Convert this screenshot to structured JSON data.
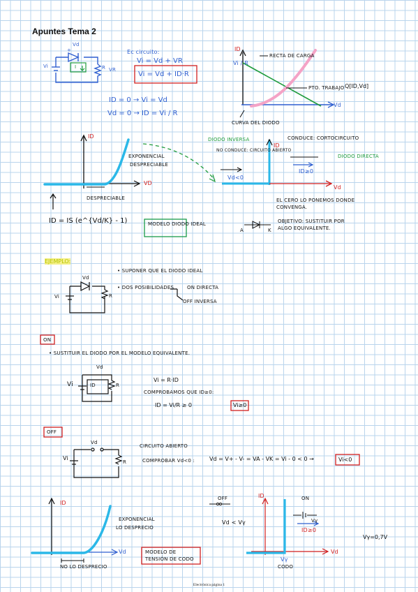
{
  "title": "Apuntes Tema 2",
  "circuit": {
    "vd": "Vd",
    "vi": "Vi",
    "i": "I",
    "r": "R",
    "vr": "VR",
    "plus": "+",
    "minus": "-"
  },
  "ecuaciones": {
    "head": "Ec circuito:",
    "l1": "Vi = Vd + VR",
    "l2": "Vi = Vd + ID·R",
    "l3": "ID = 0  →  Vi = Vd",
    "l4": "Vd = 0  →  ID = Vi / R"
  },
  "recta": {
    "y_label": "ID",
    "y_tick": "Vi / R",
    "x_label": "Vd",
    "recta": "RECTA DE CARGA",
    "punto": "PTO. TRABAJO",
    "q": "Q[ID,Vd]",
    "curva": "CURVA DEL DIODO"
  },
  "curva_diodo": {
    "y_label": "ID",
    "x_label": "VD",
    "exponencial": "EXPONENCIAL",
    "despreciable": "DESPRECIABLE",
    "despreciable2": "DESPRECIABLE",
    "ecuacion": "ID = IS (e^{Vd/K} - 1)"
  },
  "modelo_ideal": {
    "box": "MODELO DIODO IDEAL",
    "inversa": "DIODO INVERSA",
    "no_conduce": "NO CONDUCE: CIRCUITO ABIERTO",
    "vd_neg": "Vd<0",
    "conduce": "CONDUCE: CORTOCIRCUITO",
    "directa": "DIODO DIRECTA",
    "id_pos": "ID≥0",
    "y_label": "ID",
    "x_label": "Vd",
    "nota1": "EL CERO LO PONEMOS DONDE CONVENGA.",
    "a": "A",
    "k": "K",
    "objetivo": "OBJETIVO: SUSTITUIR POR ALGO EQUIVALENTE."
  },
  "ejemplo": {
    "head": "EJEMPLO:",
    "suponer": "• SUPONER QUE EL DIODO IDEAL",
    "dos": "• DOS POSIBILIDADES",
    "on_dir": "ON DIRECTA",
    "off_inv": "OFF INVERSA",
    "vd": "Vd",
    "vi": "Vi",
    "r": "R"
  },
  "on": {
    "tag": "ON",
    "sust": "• SUSTITUIR EL DIODO POR EL MODELO EQUIVALENTE.",
    "vd": "Vd",
    "vi": "Vi",
    "id": "ID",
    "r": "R",
    "eq1": "Vi = R·ID",
    "comprobar": "COMPROBAMOS QUE ID≥0:",
    "eq2": "ID = Vi/R ≥ 0",
    "res": "Vi≥0"
  },
  "off": {
    "tag": "OFF",
    "vd": "Vd",
    "vi": "Vi",
    "r": "R",
    "abierto": "CIRCUITO ABIERTO",
    "comprobar": "COMPROBAR Vd<0 :",
    "eq": "Vd = V+ - V- = VA - VK = Vi - 0 < 0  →",
    "res": "Vi<0"
  },
  "bottom": {
    "id": "ID",
    "vd": "Vd",
    "exponencial": "EXPONENCIAL",
    "despreciable": "LO DESPRECIO",
    "no_desprecio": "NO LO DESPRECIO",
    "modelo": "MODELO DE TENSIÓN DE CODO",
    "off": "OFF",
    "vd_menor": "Vd < Vγ",
    "on": "ON",
    "vgamma": "Vγ",
    "id_pos": "ID≥0",
    "vg_eq": "Vγ=0,7V",
    "vg_tick": "Vγ",
    "codo": "CODO"
  },
  "footer": "Electrónica página 1"
}
